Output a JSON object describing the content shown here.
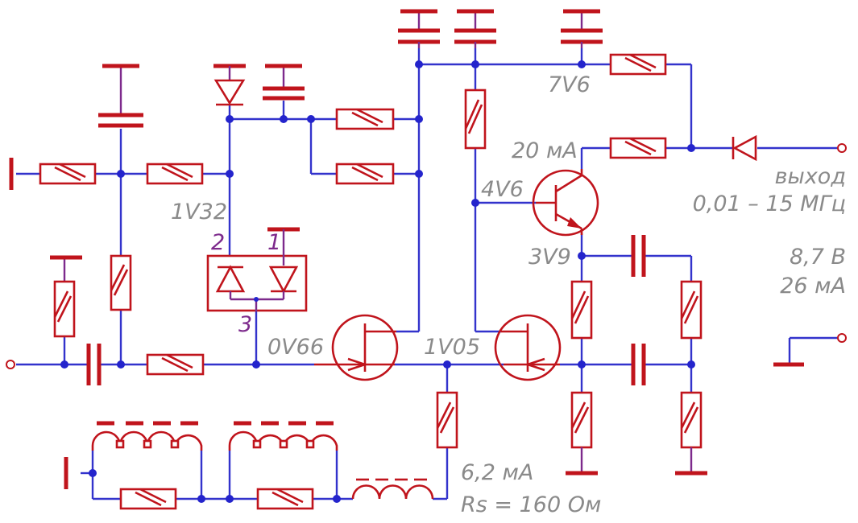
{
  "labels": {
    "v_1v32": "1V32",
    "v_7v6": "7V6",
    "current_20ma": "20 мА",
    "v_4v6": "4V6",
    "v_3v9": "3V9",
    "v_0v66": "0V66",
    "v_1v05": "1V05",
    "current_6_2ma": "6,2 мА",
    "rs_value": "Rs = 160 Ом",
    "output_label": "выход",
    "frequency_range": "0,01 – 15 МГц",
    "supply_voltage": "8,7 В",
    "supply_current": "26 мА",
    "pin_1": "1",
    "pin_2": "2",
    "pin_3": "3"
  },
  "colors": {
    "wire": "#3333cc",
    "component": "#c0141c",
    "lead": "#7d2a8c",
    "label": "#8a8a8a",
    "node": "#2424cc"
  }
}
